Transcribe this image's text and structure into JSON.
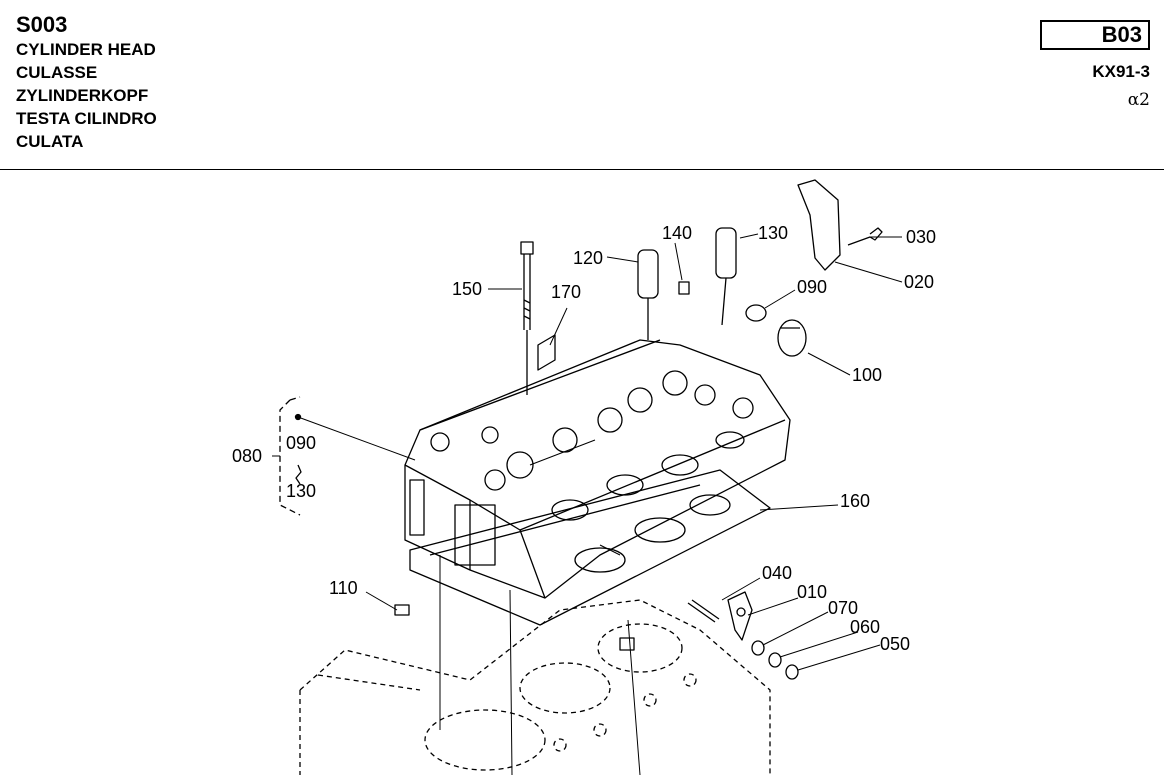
{
  "header": {
    "code": "S003",
    "titles": [
      "CYLINDER HEAD",
      "CULASSE",
      "ZYLINDERKOPF",
      "TESTA CILINDRO",
      "CULATA"
    ],
    "section": "B03",
    "model": "KX91-3",
    "variant": "α2"
  },
  "diagram": {
    "callouts": {
      "c010": "010",
      "c020": "020",
      "c030": "030",
      "c040": "040",
      "c050": "050",
      "c060": "060",
      "c070": "070",
      "c080": "080",
      "c090a": "090",
      "c090b": "090",
      "c100": "100",
      "c110": "110",
      "c120": "120",
      "c130a": "130",
      "c130b": "130",
      "c140": "140",
      "c150": "150",
      "c160": "160",
      "c170": "170"
    }
  }
}
